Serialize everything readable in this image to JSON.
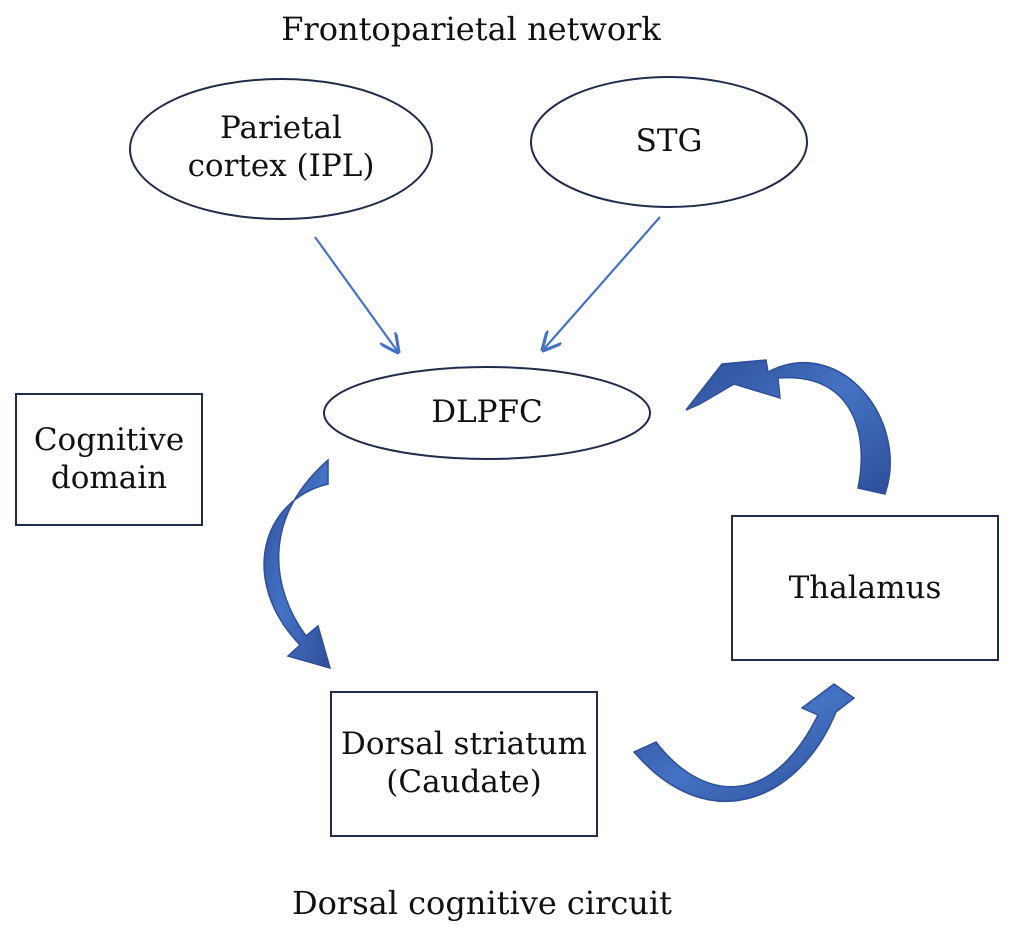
{
  "diagram": {
    "title_top": "Frontoparietal network",
    "title_bottom": "Dorsal cognitive circuit",
    "nodes": {
      "parietal": {
        "line1": "Parietal",
        "line2": "cortex (IPL)"
      },
      "stg": {
        "label": "STG"
      },
      "dlpfc": {
        "label": "DLPFC"
      },
      "cognitive": {
        "line1": "Cognitive",
        "line2": "domain"
      },
      "thalamus": {
        "label": "Thalamus"
      },
      "striatum": {
        "line1": "Dorsal striatum",
        "line2": "(Caudate)"
      }
    },
    "colors": {
      "outline": "#1f2d4a",
      "thin_arrow": "#4472c4",
      "curved_arrow_fill": "#4472c4",
      "curved_arrow_dark": "#2e4f9a"
    },
    "edges": [
      {
        "from": "Parietal cortex (IPL)",
        "to": "DLPFC",
        "style": "thin-arrow"
      },
      {
        "from": "STG",
        "to": "DLPFC",
        "style": "thin-arrow"
      },
      {
        "from": "DLPFC",
        "to": "Dorsal striatum (Caudate)",
        "style": "curved-block-arrow"
      },
      {
        "from": "Dorsal striatum (Caudate)",
        "to": "Thalamus",
        "style": "curved-block-arrow"
      },
      {
        "from": "Thalamus",
        "to": "DLPFC",
        "style": "curved-block-arrow"
      }
    ]
  }
}
